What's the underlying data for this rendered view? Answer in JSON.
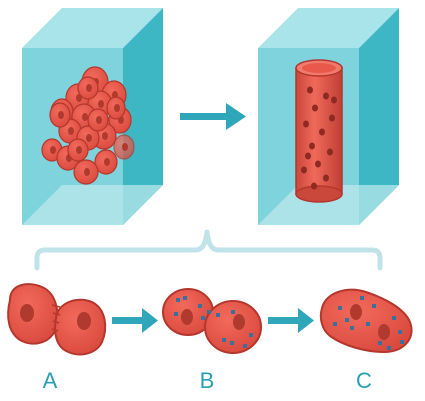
{
  "stages": [
    {
      "label": "A"
    },
    {
      "label": "B"
    },
    {
      "label": "C"
    }
  ],
  "colors": {
    "box_front": "#7fd3dc",
    "box_side": "#3eb7c4",
    "box_top": "#a9e4ea",
    "box_bottom": "#c6eef2",
    "cell_fill": "#e8594c",
    "cell_stroke": "#b5362c",
    "nucleus": "#b03a2e",
    "arrow": "#2fa6b9",
    "bracket": "#bfe3e8",
    "dot": "#3a6f9e",
    "label": "#2a9fb3"
  },
  "icons": [
    "cell-cluster-icon",
    "tube-icon",
    "arrow-icon"
  ]
}
